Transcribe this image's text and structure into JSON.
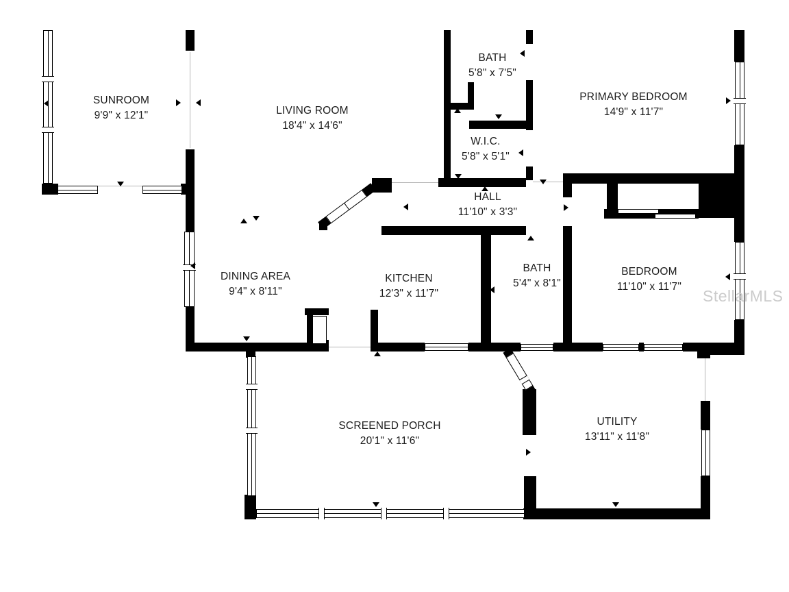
{
  "watermark": "StellarMLS",
  "rooms": [
    {
      "name": "SUNROOM",
      "dims": "9'9\" x 12'1\""
    },
    {
      "name": "LIVING ROOM",
      "dims": "18'4\" x 14'6\""
    },
    {
      "name": "BATH",
      "dims": "5'8\" x 7'5\""
    },
    {
      "name": "PRIMARY BEDROOM",
      "dims": "14'9\" x 11'7\""
    },
    {
      "name": "W.I.C.",
      "dims": "5'8\" x 5'1\""
    },
    {
      "name": "HALL",
      "dims": "11'10\" x 3'3\""
    },
    {
      "name": "DINING AREA",
      "dims": "9'4\" x 8'11\""
    },
    {
      "name": "KITCHEN",
      "dims": "12'3\" x 11'7\""
    },
    {
      "name": "BATH 2",
      "dims": "5'4\" x 8'1\""
    },
    {
      "name": "BEDROOM",
      "dims": "11'10\" x 11'7\""
    },
    {
      "name": "SCREENED PORCH",
      "dims": "20'1\" x 11'6\""
    },
    {
      "name": "UTILITY",
      "dims": "13'11\" x 11'8\""
    }
  ],
  "room_display_names": {
    "bath2_label": "BATH"
  }
}
